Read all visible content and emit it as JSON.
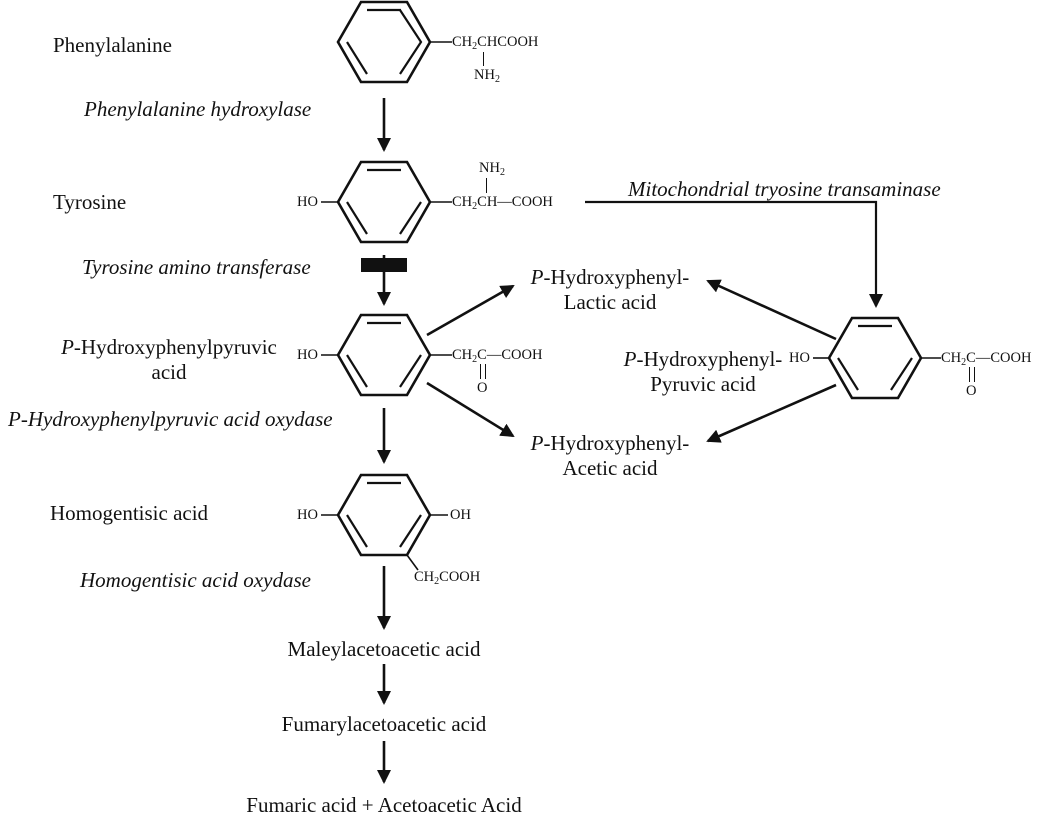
{
  "compounds": {
    "phenylalanine": "Phenylalanine",
    "tyrosine": "Tyrosine",
    "php_acid_line1": "P-Hydroxyphenylpyruvic",
    "php_acid_line2": "acid",
    "homogentisic": "Homogentisic acid",
    "maleylacetoacetic": "Maleylacetoacetic acid",
    "fumarylacetoacetic": "Fumarylacetoacetic acid",
    "final_products": "Fumaric acid + Acetoacetic Acid",
    "lactic_line1": "P-Hydroxyphenyl-",
    "lactic_line2": "Lactic acid",
    "acetic_line1": "P-Hydroxyphenyl-",
    "acetic_line2": "Acetic acid",
    "right_pyruvic_line1": "P-Hydroxyphenyl-",
    "right_pyruvic_line2": "Pyruvic acid"
  },
  "enzymes": {
    "phe_hydroxylase": "Phenylalanine hydroxylase",
    "tyr_amino_transferase": "Tyrosine amino transferase",
    "php_oxydase": "P-Hydroxyphenylpyruvic acid oxydase",
    "homogentisic_oxydase": "Homogentisic acid oxydase",
    "mito_transaminase": "Mitochondrial tryosine transaminase"
  },
  "structures": {
    "phe": {
      "chain": "CH2CHCOOH",
      "amine": "NH2"
    },
    "tyr": {
      "ho": "HO",
      "chain": "CH2CH—COOH",
      "amine": "NH2"
    },
    "php": {
      "ho": "HO",
      "chain": "CH2C—COOH",
      "oxo": "O"
    },
    "hga": {
      "ho_left": "HO",
      "ho_right": "OH",
      "chain": "CH2COOH"
    },
    "php_right": {
      "ho": "HO",
      "chain": "CH2C—COOH",
      "oxo": "O"
    }
  },
  "colors": {
    "ink": "#111111",
    "background": "#ffffff"
  }
}
